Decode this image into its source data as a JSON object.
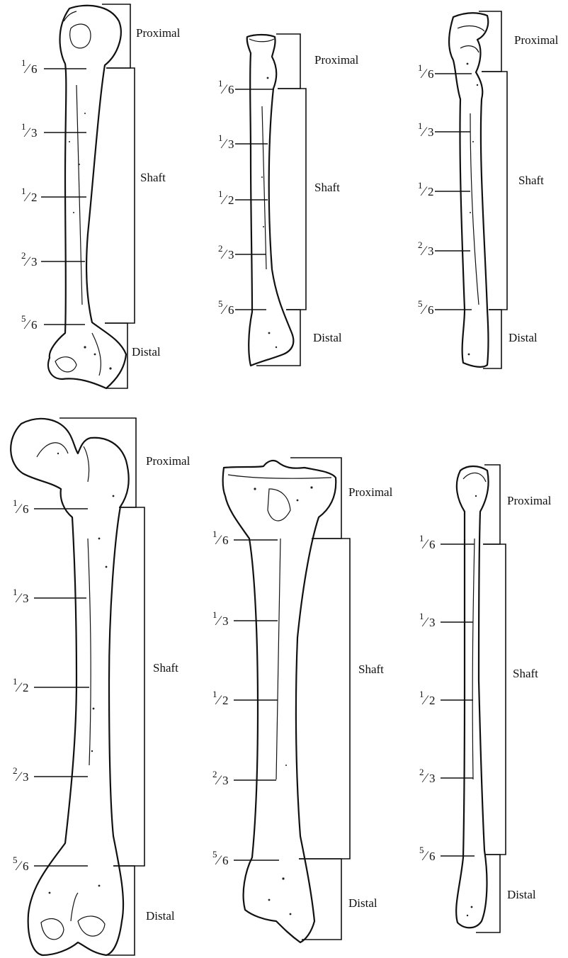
{
  "region_labels": {
    "proximal": "Proximal",
    "shaft": "Shaft",
    "distal": "Distal"
  },
  "fractions": {
    "sixth": {
      "num": "1",
      "den": "6"
    },
    "third": {
      "num": "1",
      "den": "3"
    },
    "half": {
      "num": "1",
      "den": "2"
    },
    "two_thirds": {
      "num": "2",
      "den": "3"
    },
    "five_sixths": {
      "num": "5",
      "den": "6"
    }
  },
  "bones": [
    {
      "id": "humerus"
    },
    {
      "id": "radius"
    },
    {
      "id": "ulna"
    },
    {
      "id": "femur"
    },
    {
      "id": "tibia"
    },
    {
      "id": "fibula"
    }
  ]
}
